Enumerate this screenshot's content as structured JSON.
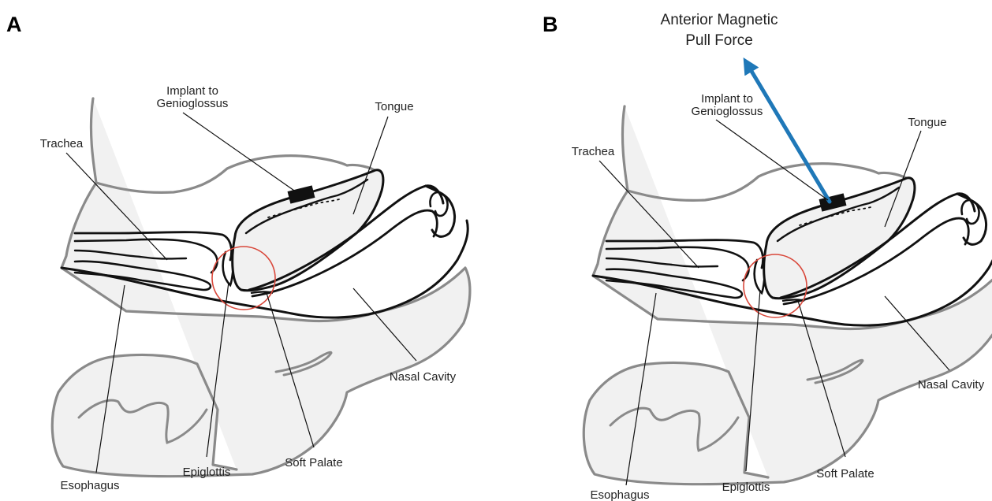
{
  "colors": {
    "outline_dark": "#111111",
    "outline_gray": "#8a8a8a",
    "fill_tissue": "#f1f1f1",
    "circle": "#d9483b",
    "force_arrow": "#1f78b8",
    "implant": "#111111"
  },
  "panels": [
    {
      "letter": "A",
      "labels": {
        "implant_line1": "Implant to",
        "implant_line2": "Genioglossus",
        "tongue": "Tongue",
        "trachea": "Trachea",
        "nasal_cavity": "Nasal Cavity",
        "esophagus": "Esophagus",
        "epiglottis": "Epiglottis",
        "soft_palate": "Soft Palate"
      }
    },
    {
      "letter": "B",
      "force_line1": "Anterior Magnetic",
      "force_line2": "Pull Force",
      "labels": {
        "implant_line1": "Implant to",
        "implant_line2": "Genioglossus",
        "tongue": "Tongue",
        "trachea": "Trachea",
        "nasal_cavity": "Nasal Cavity",
        "esophagus": "Esophagus",
        "epiglottis": "Epiglottis",
        "soft_palate": "Soft Palate"
      }
    }
  ]
}
